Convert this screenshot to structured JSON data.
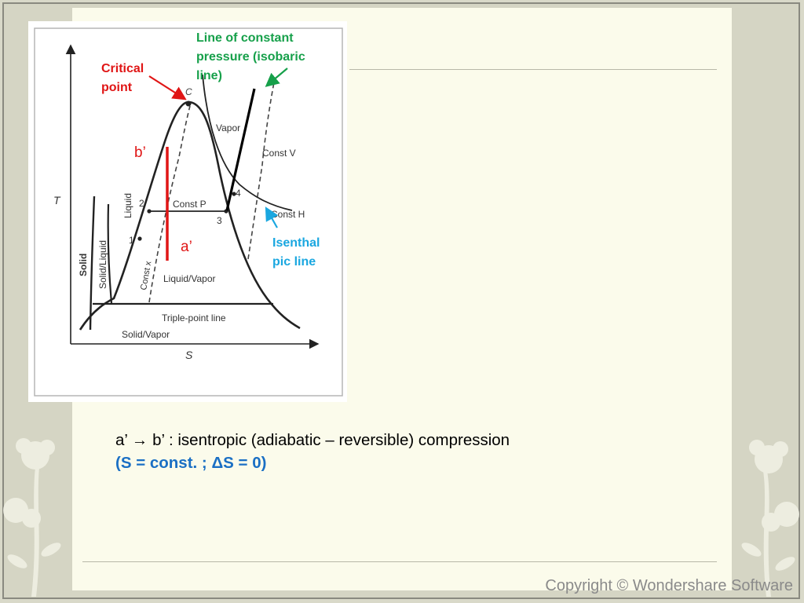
{
  "colors": {
    "red": "#e01515",
    "green": "#16a04a",
    "blue": "#1aa7e0",
    "caption_blue": "#1a6fc4",
    "slide_bg": "#fbfbeb",
    "frame_bg": "#d5d5c4"
  },
  "diagram": {
    "axis_y": "T",
    "axis_x": "S",
    "point_c": "C",
    "point_1": "1",
    "point_2": "2",
    "point_3": "3",
    "point_4": "4",
    "region_vapor": "Vapor",
    "region_liquid": "Liquid",
    "region_solid": "Solid",
    "region_solid_liquid": "Solid/Liquid",
    "region_liquid_vapor": "Liquid/Vapor",
    "region_solid_vapor": "Solid/Vapor",
    "triple_point_line": "Triple-point line",
    "const_p": "Const P",
    "const_v": "Const V",
    "const_h": "Const H",
    "const_x": "Const x"
  },
  "annotations": {
    "critical_point": [
      "Critical",
      "point"
    ],
    "isobaric": [
      "Line of constant",
      "pressure (isobaric",
      "line)"
    ],
    "isenthalpic": [
      "Isenthal",
      "pic line"
    ],
    "b_prime": "b’",
    "a_prime": "a’"
  },
  "caption": {
    "line1_start": "a’ ",
    "arrow": "→",
    "line1_end": " b’ : isentropic (adiabatic – reversible) compression",
    "line2": "(S = const. ; ΔS = 0)"
  },
  "footer": {
    "copyright": "Copyright © Wondershare Software"
  }
}
